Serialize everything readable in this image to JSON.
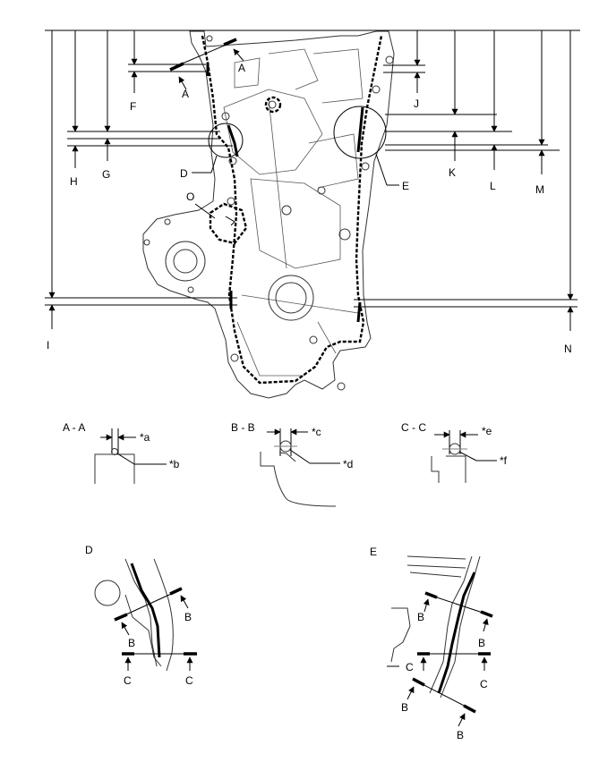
{
  "callouts": {
    "dimension_refs": [
      "F",
      "G",
      "H",
      "I",
      "J",
      "K",
      "L",
      "M",
      "N"
    ],
    "section_refs": [
      "A",
      "B",
      "C"
    ],
    "detail_refs": [
      "D",
      "E",
      "O"
    ]
  },
  "section_views": [
    {
      "title": "A - A",
      "width_ref": "*a",
      "item_ref": "*b"
    },
    {
      "title": "B - B",
      "width_ref": "*c",
      "item_ref": "*d"
    },
    {
      "title": "C - C",
      "width_ref": "*e",
      "item_ref": "*f"
    }
  ],
  "detail_views": [
    {
      "title": "D"
    },
    {
      "title": "E"
    }
  ]
}
